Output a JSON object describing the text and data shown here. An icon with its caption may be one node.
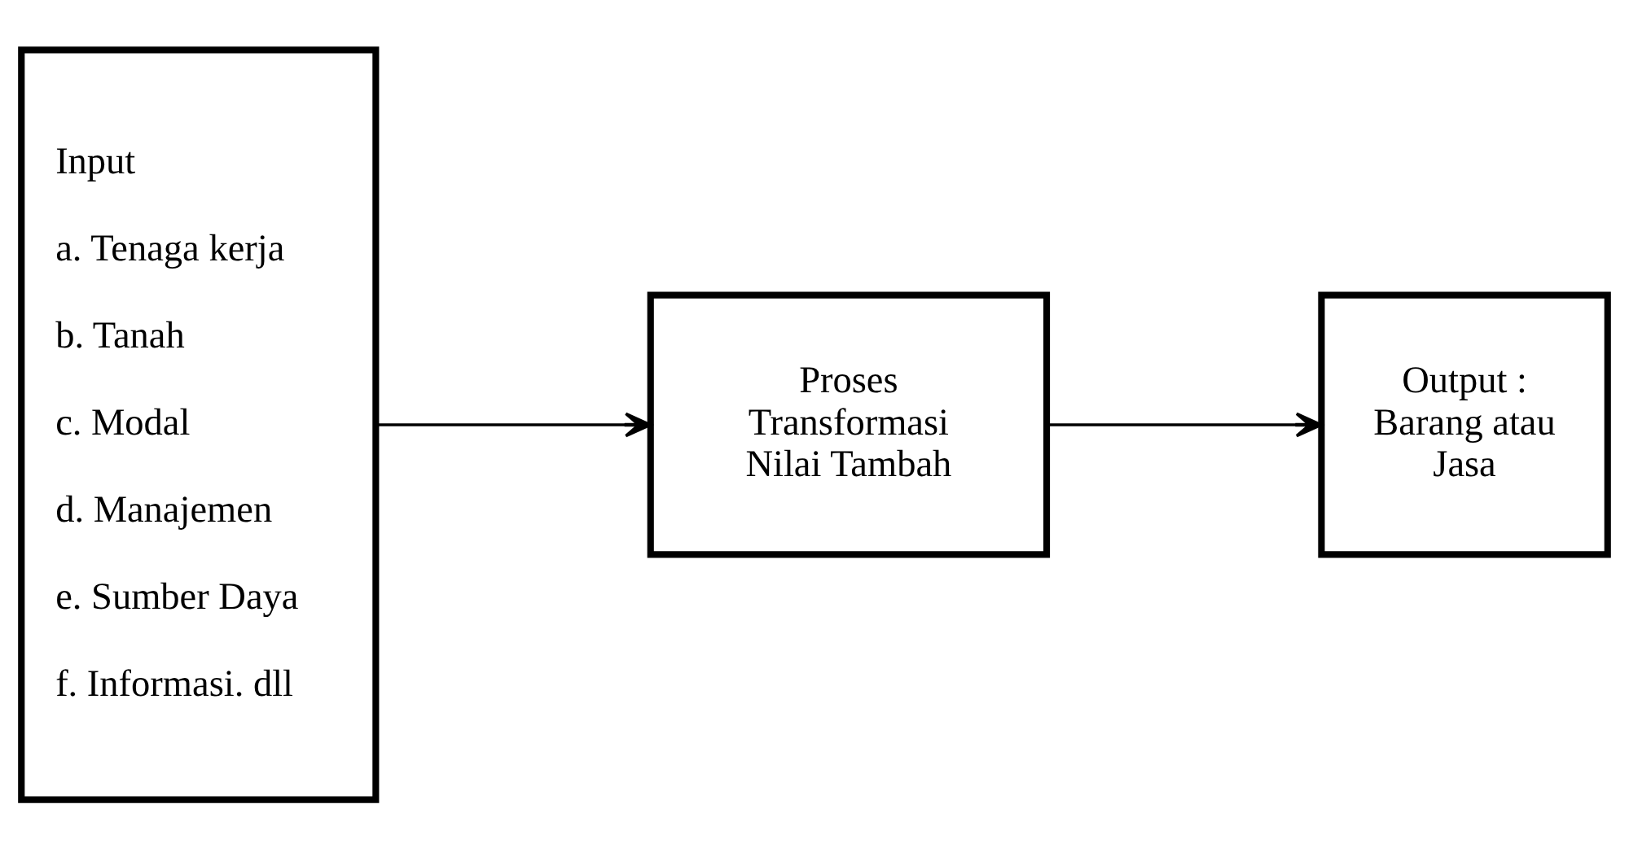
{
  "diagram": {
    "nodes": [
      {
        "text": [
          "Input",
          "a. Tenaga kerja",
          "b. Tanah",
          "c. Modal",
          "d. Manajemen",
          "e. Sumber Daya",
          "f. Informasi. dll"
        ]
      },
      {
        "text": [
          "Proses Transformasi Nilai Tambah"
        ]
      },
      {
        "text": [
          "Output :",
          "Barang atau Jasa"
        ]
      }
    ],
    "edges": [
      {
        "from": 0,
        "to": 1,
        "arrow": "to"
      },
      {
        "from": 1,
        "to": 2,
        "arrow": "to"
      }
    ]
  }
}
